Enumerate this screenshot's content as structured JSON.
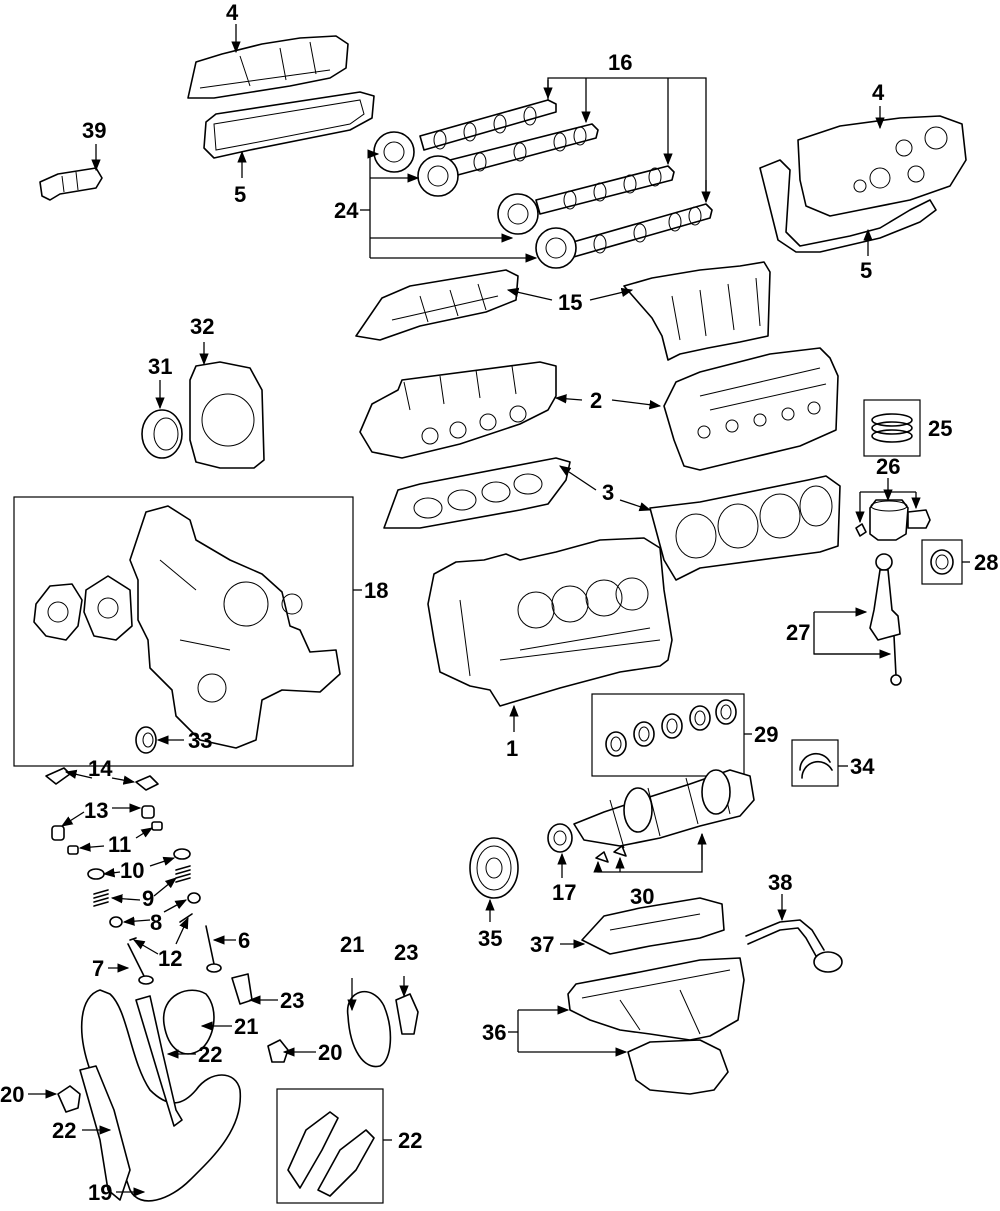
{
  "callouts": {
    "c1": "1",
    "c2": "2",
    "c3": "3",
    "c4a": "4",
    "c4b": "4",
    "c5a": "5",
    "c5b": "5",
    "c6": "6",
    "c7": "7",
    "c8": "8",
    "c9": "9",
    "c10": "10",
    "c11": "11",
    "c12": "12",
    "c13": "13",
    "c14": "14",
    "c15": "15",
    "c16": "16",
    "c17": "17",
    "c18": "18",
    "c19": "19",
    "c20a": "20",
    "c20b": "20",
    "c21a": "21",
    "c21b": "21",
    "c22a": "22",
    "c22b": "22",
    "c22c": "22",
    "c23a": "23",
    "c23b": "23",
    "c24": "24",
    "c25": "25",
    "c26": "26",
    "c27": "27",
    "c28": "28",
    "c29": "29",
    "c30": "30",
    "c31": "31",
    "c32": "32",
    "c33": "33",
    "c34": "34",
    "c35": "35",
    "c36": "36",
    "c37": "37",
    "c38": "38",
    "c39": "39"
  }
}
